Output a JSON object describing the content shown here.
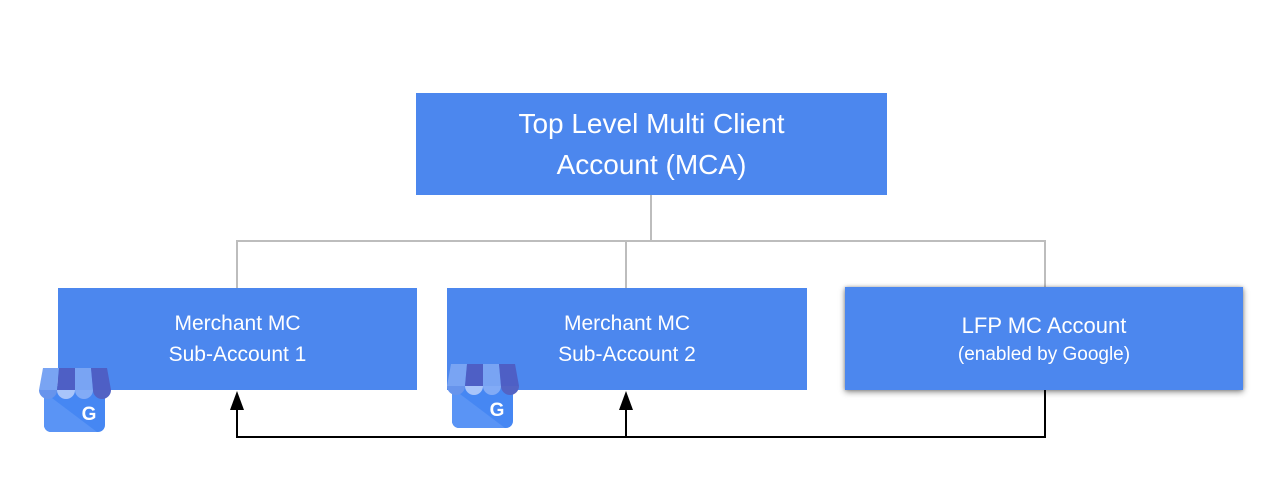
{
  "diagram": {
    "root": {
      "line1": "Top Level Multi Client",
      "line2": "Account (MCA)"
    },
    "children": [
      {
        "line1": "Merchant MC",
        "line2": "Sub-Account 1"
      },
      {
        "line1": "Merchant MC",
        "line2": "Sub-Account 2"
      },
      {
        "line1": "LFP MC Account",
        "line2": "(enabled by Google)"
      }
    ],
    "icons": [
      {
        "name": "google-my-business-icon",
        "letter": "G"
      },
      {
        "name": "google-my-business-icon",
        "letter": "G"
      }
    ]
  },
  "colors": {
    "box_blue": "#4c87ee",
    "connector_gray": "#bdbdbd",
    "arrow_black": "#000000",
    "box_text": "#ffffff"
  }
}
